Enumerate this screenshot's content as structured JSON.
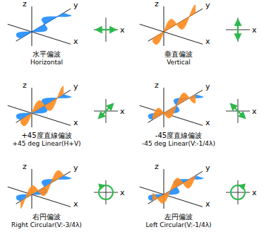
{
  "diagram": {
    "labels": [
      "z",
      "y",
      "x",
      "x",
      "水平偏波",
      "Horizontal",
      "z",
      "y",
      "x",
      "x",
      "垂直偏波",
      "Vertical",
      "z",
      "y",
      "x",
      "x",
      "+45度直線偏波",
      "+45 deg Linear(H+V)",
      "z",
      "y",
      "x",
      "x",
      "-45度直線偏波",
      "-45 deg Linear(V:-1/4λ)",
      "z",
      "y",
      "x",
      "x",
      "右円偏波",
      "Right Circular(V:-3/4λ)",
      "z",
      "y",
      "x",
      "x",
      "左円偏波",
      "Left Circular(V:-1/4λ)"
    ]
  }
}
